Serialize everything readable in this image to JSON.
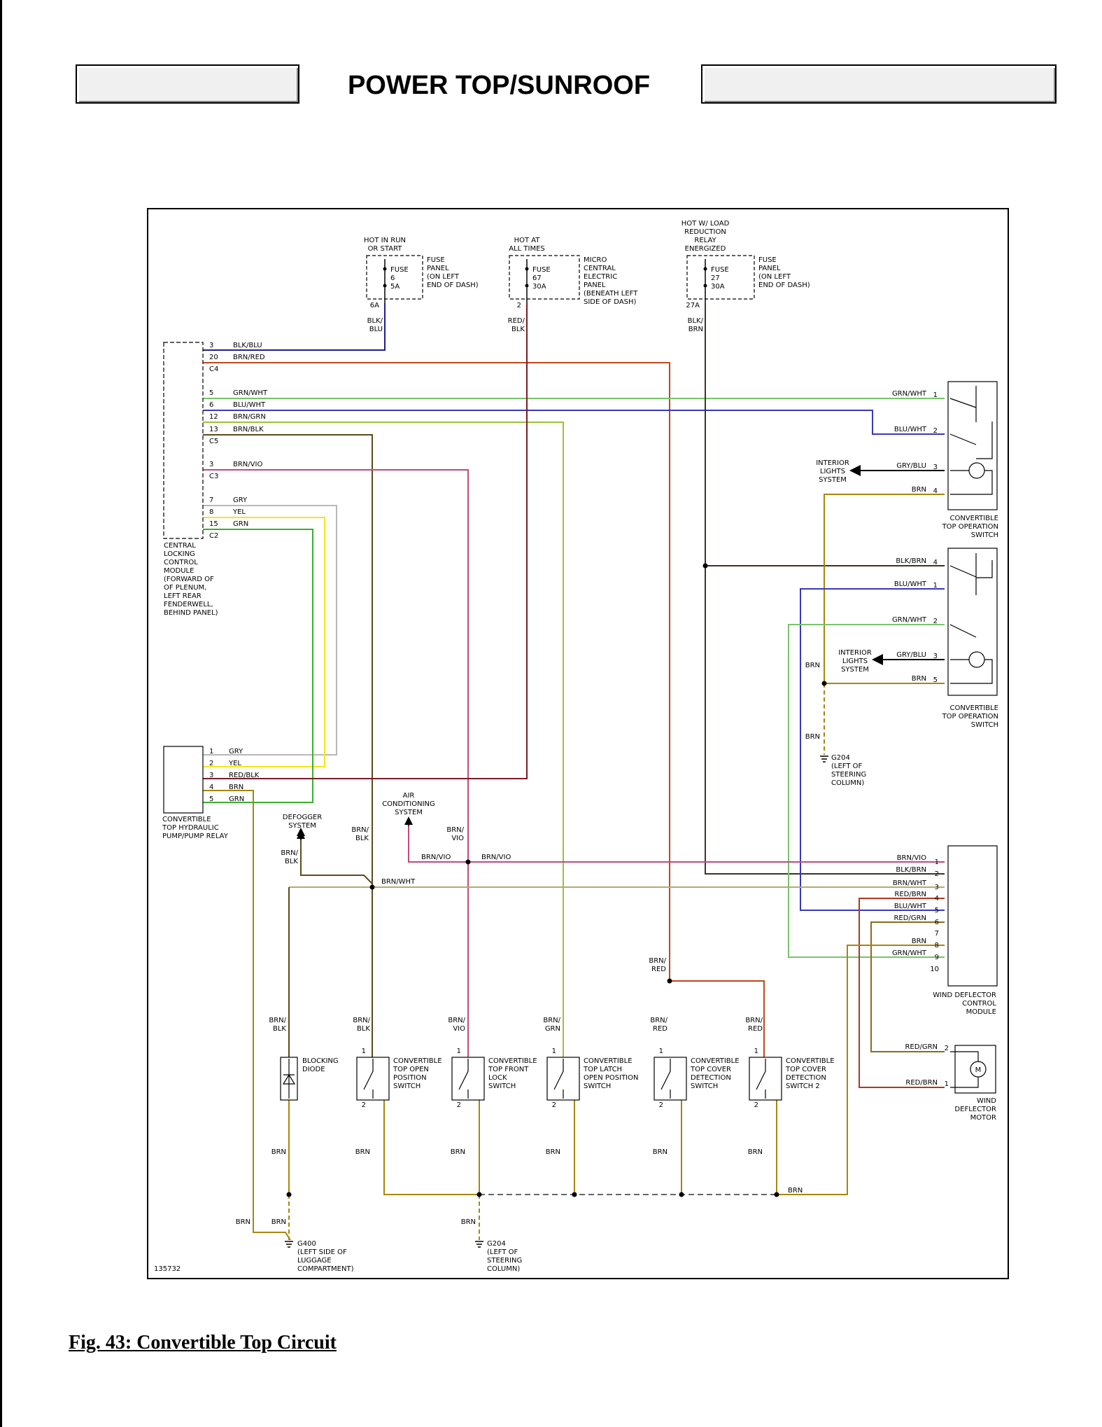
{
  "page": {
    "title": "POWER TOP/SUNROOF",
    "caption": "Fig. 43: Convertible Top Circuit"
  },
  "diagram": {
    "id_label": "135732",
    "fuses": [
      {
        "power_label": [
          "HOT IN RUN",
          "OR START"
        ],
        "fuse_label": [
          "FUSE",
          "6",
          "5A"
        ],
        "desc": [
          "FUSE",
          "PANEL",
          "(ON LEFT",
          "END OF DASH)"
        ],
        "terminal": "6A",
        "wire": [
          "BLK/",
          "BLU"
        ]
      },
      {
        "power_label": [
          "HOT AT",
          "ALL TIMES"
        ],
        "fuse_label": [
          "FUSE",
          "67",
          "30A"
        ],
        "desc": [
          "MICRO",
          "CENTRAL",
          "ELECTRIC",
          "PANEL",
          "(BENEATH LEFT",
          "SIDE OF DASH)"
        ],
        "terminal": "2",
        "wire": [
          "RED/",
          "BLK"
        ]
      },
      {
        "power_label": [
          "HOT W/ LOAD",
          "REDUCTION",
          "RELAY",
          "ENERGIZED"
        ],
        "fuse_label": [
          "FUSE",
          "27",
          "30A"
        ],
        "desc": [
          "FUSE",
          "PANEL",
          "(ON LEFT",
          "END OF DASH)"
        ],
        "terminal": "27A",
        "wire": [
          "BLK/",
          "BRN"
        ]
      }
    ],
    "central_module": {
      "label": [
        "CENTRAL",
        "LOCKING",
        "CONTROL",
        "MODULE",
        "(FORWARD OF",
        "OF PLENUM,",
        "LEFT REAR",
        "FENDERWELL,",
        "BEHIND PANEL)"
      ],
      "pins": [
        {
          "pin": "3",
          "wire": "BLK/BLU"
        },
        {
          "pin": "20",
          "wire": "BRN/RED"
        },
        {
          "pin": "C4",
          "wire": ""
        },
        {
          "pin": "5",
          "wire": "GRN/WHT"
        },
        {
          "pin": "6",
          "wire": "BLU/WHT"
        },
        {
          "pin": "12",
          "wire": "BRN/GRN"
        },
        {
          "pin": "13",
          "wire": "BRN/BLK"
        },
        {
          "pin": "C5",
          "wire": ""
        },
        {
          "pin": "3",
          "wire": "BRN/VIO"
        },
        {
          "pin": "C3",
          "wire": ""
        },
        {
          "pin": "7",
          "wire": "GRY"
        },
        {
          "pin": "8",
          "wire": "YEL"
        },
        {
          "pin": "15",
          "wire": "GRN"
        },
        {
          "pin": "C2",
          "wire": ""
        }
      ]
    },
    "pump_relay": {
      "label": [
        "CONVERTIBLE",
        "TOP HYDRAULIC",
        "PUMP/PUMP RELAY"
      ],
      "pins": [
        {
          "pin": "1",
          "wire": "GRY"
        },
        {
          "pin": "2",
          "wire": "YEL"
        },
        {
          "pin": "3",
          "wire": "RED/BLK"
        },
        {
          "pin": "4",
          "wire": "BRN"
        },
        {
          "pin": "5",
          "wire": "GRN"
        }
      ]
    },
    "switch1": {
      "label": [
        "CONVERTIBLE",
        "TOP OPERATION",
        "SWITCH"
      ],
      "pins": [
        {
          "pin": "1",
          "wire": "GRN/WHT"
        },
        {
          "pin": "2",
          "wire": "BLU/WHT"
        },
        {
          "pin": "3",
          "wire": "GRY/BLU"
        },
        {
          "pin": "4",
          "wire": "BRN"
        }
      ],
      "lights": [
        "INTERIOR",
        "LIGHTS",
        "SYSTEM"
      ]
    },
    "switch2": {
      "label": [
        "CONVERTIBLE",
        "TOP OPERATION",
        "SWITCH"
      ],
      "pins": [
        {
          "pin": "4",
          "wire": "BLK/BRN"
        },
        {
          "pin": "1",
          "wire": "BLU/WHT"
        },
        {
          "pin": "2",
          "wire": "GRN/WHT"
        },
        {
          "pin": "3",
          "wire": "GRY/BLU"
        },
        {
          "pin": "5",
          "wire": "BRN"
        }
      ],
      "lights": [
        "INTERIOR",
        "LIGHTS",
        "SYSTEM"
      ]
    },
    "ground_g204_top": {
      "wire": "BRN",
      "wire2": "BRN",
      "label": [
        "G204",
        "(LEFT OF",
        "STEERING",
        "COLUMN)"
      ]
    },
    "wind_module": {
      "label": [
        "WIND DEFLECTOR",
        "CONTROL",
        "MODULE"
      ],
      "pins": [
        {
          "pin": "1",
          "wire": "BRN/VIO"
        },
        {
          "pin": "2",
          "wire": "BLK/BRN"
        },
        {
          "pin": "3",
          "wire": "BRN/WHT"
        },
        {
          "pin": "4",
          "wire": "RED/BRN"
        },
        {
          "pin": "5",
          "wire": "BLU/WHT"
        },
        {
          "pin": "6",
          "wire": "RED/GRN"
        },
        {
          "pin": "7",
          "wire": ""
        },
        {
          "pin": "8",
          "wire": "BRN"
        },
        {
          "pin": "9",
          "wire": "GRN/WHT"
        },
        {
          "pin": "10",
          "wire": ""
        }
      ]
    },
    "wind_motor": {
      "label": [
        "WIND",
        "DEFLECTOR",
        "MOTOR"
      ],
      "symbol": "M",
      "pins": [
        {
          "pin": "2",
          "wire": "RED/GRN"
        },
        {
          "pin": "1",
          "wire": "RED/BRN"
        }
      ]
    },
    "defogger": {
      "label": [
        "DEFOGGER",
        "SYSTEM"
      ],
      "wire": [
        "BRN/",
        "BLK"
      ]
    },
    "air_conditioning": {
      "label": [
        "AIR",
        "CONDITIONING",
        "SYSTEM"
      ]
    },
    "junction_labels": {
      "brn_vio_left": "BRN/VIO",
      "brn_vio_right": "BRN/VIO",
      "brn_wht": "BRN/WHT",
      "brn_blk": [
        "BRN/",
        "BLK"
      ],
      "brn_vio": [
        "BRN/",
        "VIO"
      ],
      "brn_red": [
        "BRN/",
        "RED"
      ]
    },
    "blocking_diode": {
      "label": [
        "BLOCKING",
        "DIODE"
      ],
      "wire_top": [
        "BRN/",
        "BLK"
      ],
      "wire_bottom": "BRN"
    },
    "bottom_switches": [
      {
        "label": [
          "CONVERTIBLE",
          "TOP OPEN",
          "POSITION",
          "SWITCH"
        ],
        "wire_top": [
          "BRN/",
          "BLK"
        ],
        "pin_top": "1",
        "pin_bottom": "2",
        "wire_bottom": "BRN"
      },
      {
        "label": [
          "CONVERTIBLE",
          "TOP FRONT",
          "LOCK",
          "SWITCH"
        ],
        "wire_top": [
          "BRN/",
          "VIO"
        ],
        "pin_top": "1",
        "pin_bottom": "2",
        "wire_bottom": "BRN"
      },
      {
        "label": [
          "CONVERTIBLE",
          "TOP LATCH",
          "OPEN POSITION",
          "SWITCH"
        ],
        "wire_top": [
          "BRN/",
          "GRN"
        ],
        "pin_top": "1",
        "pin_bottom": "2",
        "wire_bottom": "BRN"
      },
      {
        "label": [
          "CONVERTIBLE",
          "TOP COVER",
          "DETECTION",
          "SWITCH"
        ],
        "wire_top": [
          "BRN/",
          "RED"
        ],
        "pin_top": "1",
        "pin_bottom": "2",
        "wire_bottom": "BRN"
      },
      {
        "label": [
          "CONVERTIBLE",
          "TOP COVER",
          "DETECTION",
          "SWITCH 2"
        ],
        "wire_top": [
          "BRN/",
          "RED"
        ],
        "pin_top": "1",
        "pin_bottom": "2",
        "wire_bottom": "BRN"
      }
    ],
    "bottom_bus_label": "BRN",
    "ground_g400": {
      "wire_left": "BRN",
      "wire": "BRN",
      "label": [
        "G400",
        "(LEFT SIDE OF",
        "LUGGAGE",
        "COMPARTMENT)"
      ]
    },
    "ground_g204_bottom": {
      "wire": "BRN",
      "label": [
        "G204",
        "(LEFT OF",
        "STEERING",
        "COLUMN)"
      ]
    },
    "wire_colors": {
      "blk_blu": "#1f1f8a",
      "brn_red": "#c0461c",
      "grn_wht": "#77c46a",
      "blu_wht": "#3838b8",
      "brn_grn": "#9bc23a",
      "brn_blk": "#5b4a1e",
      "brn_vio": "#c24a7c",
      "gry": "#b8b8b8",
      "yel": "#f2e619",
      "grn": "#3cae30",
      "red_blk": "#7a1c26",
      "blk_brn": "#3d3326",
      "brn": "#a8860c",
      "brn_wht": "#b7a874",
      "red_grn": "#8a6c1c",
      "red_brn": "#b1371e",
      "gry_blu": "#000000"
    }
  }
}
